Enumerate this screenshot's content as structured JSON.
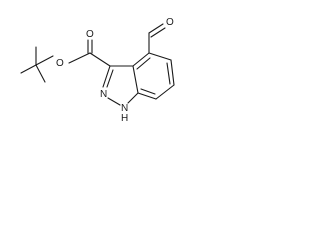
{
  "molecule": {
    "atoms": {
      "ester_carbonyl_o": "O",
      "ester_link_o": "O",
      "aldehyde_o": "O",
      "ring_n2": "N",
      "ring_n1": "N",
      "ring_h": "H"
    }
  }
}
